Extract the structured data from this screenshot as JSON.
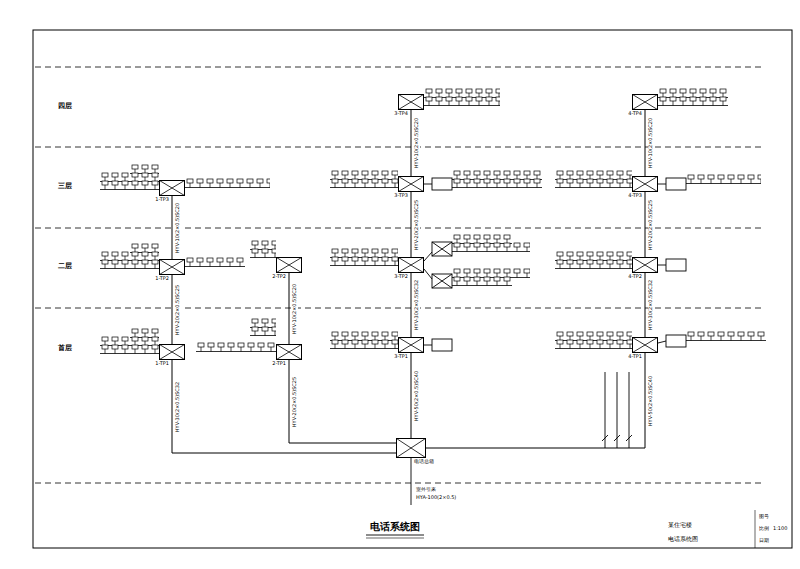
{
  "diagram": {
    "title": "电话系统图",
    "nodes": [
      {
        "text": [
          "3-TP4"
        ]
      },
      {
        "text": [
          "4-TP4"
        ]
      },
      {
        "text": [
          "1-TP3"
        ]
      },
      {
        "text": [
          "3-TP3"
        ]
      },
      {
        "text": [
          "4-TP3"
        ]
      },
      {
        "text": [
          "1-TP2"
        ]
      },
      {
        "text": [
          "2-TP2"
        ]
      },
      {
        "text": [
          "3-TP2"
        ]
      },
      {
        "text": [
          "4-TP2"
        ]
      },
      {
        "text": [
          "1-TP1"
        ]
      },
      {
        "text": [
          "2-TP1"
        ]
      },
      {
        "text": [
          "3-TP1"
        ]
      },
      {
        "text": [
          "4-TP1"
        ]
      },
      {
        "text": [
          "电话总箱"
        ]
      }
    ],
    "edges": [
      {
        "from": 13,
        "to": 9,
        "arrow": "none",
        "label": "HYV-30(2×0.5)SC32"
      },
      {
        "from": 13,
        "to": 10,
        "arrow": "none",
        "label": "HYV-20(2×0.5)SC25"
      },
      {
        "from": 13,
        "to": 11,
        "arrow": "none",
        "label": "HYV-50(2×0.5)SC40"
      },
      {
        "from": 13,
        "to": 12,
        "arrow": "none",
        "label": "HYV-50(2×0.5)SC40"
      },
      {
        "from": 9,
        "to": 5,
        "arrow": "none",
        "label": "HYV-20(2×0.5)SC25"
      },
      {
        "from": 5,
        "to": 2,
        "arrow": "none",
        "label": "HYV-10(2×0.5)SC20"
      },
      {
        "from": 10,
        "to": 6,
        "arrow": "none",
        "label": "HYV-10(2×0.5)SC20"
      },
      {
        "from": 11,
        "to": 7,
        "arrow": "none",
        "label": "HYV-30(2×0.5)SC32"
      },
      {
        "from": 7,
        "to": 3,
        "arrow": "none",
        "label": "HYV-20(2×0.5)SC25"
      },
      {
        "from": 3,
        "to": 0,
        "arrow": "none",
        "label": "HYV-10(2×0.5)SC20"
      },
      {
        "from": 12,
        "to": 8,
        "arrow": "none",
        "label": "HYV-30(2×0.5)SC32"
      },
      {
        "from": 8,
        "to": 4,
        "arrow": "none",
        "label": "HYV-20(2×0.5)SC25"
      },
      {
        "from": 4,
        "to": 1,
        "arrow": "none",
        "label": "HYV-10(2×0.5)SC20"
      }
    ],
    "labels": [
      "四层",
      "三层",
      "二层",
      "首层",
      "室外引来",
      "HYA-100(2×0.5)",
      "某住宅楼",
      "电话系统图",
      "图号",
      "比例",
      "1:100",
      "日期"
    ]
  }
}
